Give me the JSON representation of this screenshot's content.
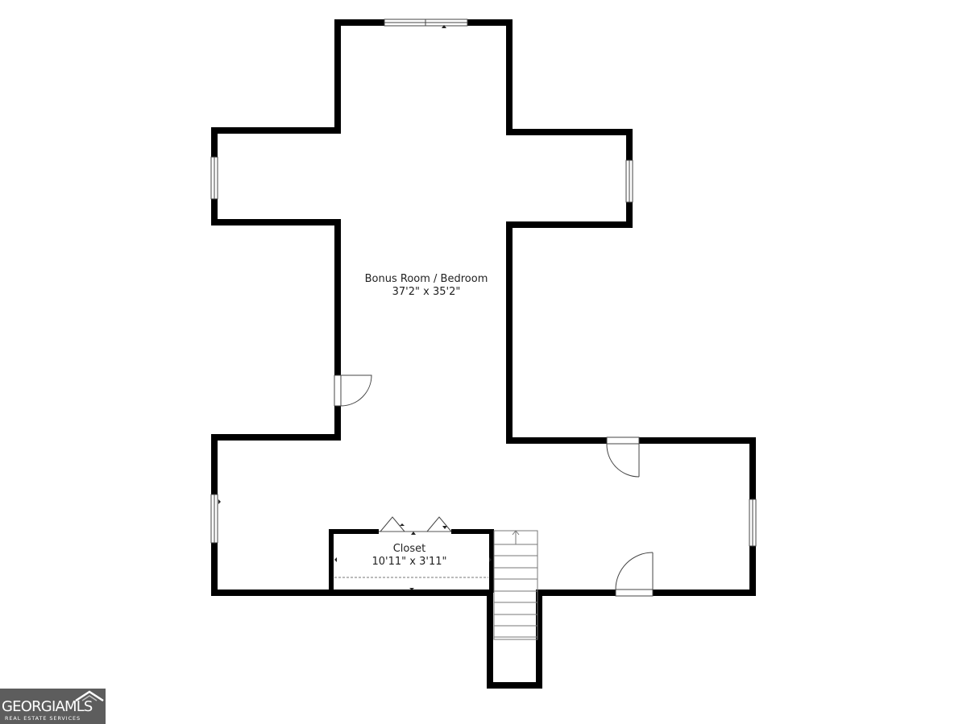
{
  "rooms": [
    {
      "name": "Bonus Room / Bedroom",
      "dimensions": "37'2\" x 35'2\""
    },
    {
      "name": "Closet",
      "dimensions": "10'11\" x 3'11\""
    }
  ],
  "logo": {
    "brand": "GEORGIAMLS",
    "tagline": "REAL ESTATE SERVICES"
  },
  "colors": {
    "wall": "#000000",
    "background": "#ffffff",
    "logo_background": "#5d5d5d"
  }
}
